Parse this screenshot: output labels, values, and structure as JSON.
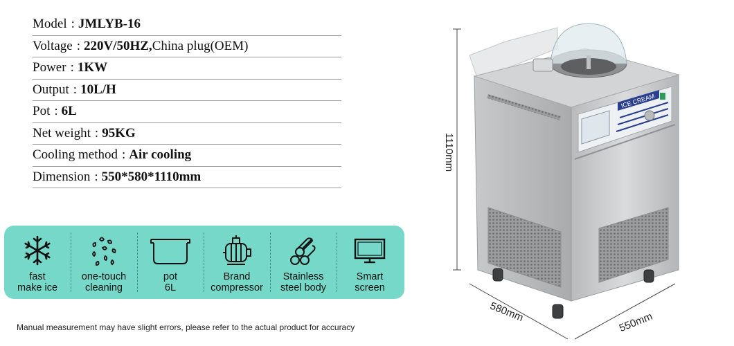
{
  "specs": [
    {
      "label": "Model",
      "value": "JMLYB-16",
      "extra": ""
    },
    {
      "label": "Voltage",
      "value": "220V/50HZ,",
      "extra": "China plug(OEM)"
    },
    {
      "label": "Power",
      "value": "1KW",
      "extra": ""
    },
    {
      "label": "Output",
      "value": "10L/H",
      "extra": ""
    },
    {
      "label": "Pot",
      "value": "6L",
      "extra": ""
    },
    {
      "label": "Net weight",
      "value": "95KG",
      "extra": ""
    },
    {
      "label": "Cooling method",
      "value": "Air cooling",
      "extra": ""
    },
    {
      "label": "Dimension",
      "value": "550*580*1110mm",
      "extra": ""
    }
  ],
  "separator": ":",
  "features": [
    {
      "icon": "snowflake-icon",
      "line1": "fast",
      "line2": "make ice"
    },
    {
      "icon": "cleaning-icon",
      "line1": "one-touch",
      "line2": "cleaning"
    },
    {
      "icon": "pot-icon",
      "line1": "pot",
      "line2": "6L"
    },
    {
      "icon": "compressor-icon",
      "line1": "Brand",
      "line2": "compressor"
    },
    {
      "icon": "steel-icon",
      "line1": "Stainless",
      "line2": "steel body"
    },
    {
      "icon": "screen-icon",
      "line1": "Smart",
      "line2": "screen"
    }
  ],
  "note": "Manual measurement may have slight errors, please refer to the actual product for accuracy",
  "product": {
    "height_label": "1110mm",
    "depth_label": "580mm",
    "width_label": "550mm",
    "brand_label": "ICE CREAM"
  },
  "colors": {
    "feature_bar": "#76d8c8",
    "steel": "#c9cbcc"
  }
}
